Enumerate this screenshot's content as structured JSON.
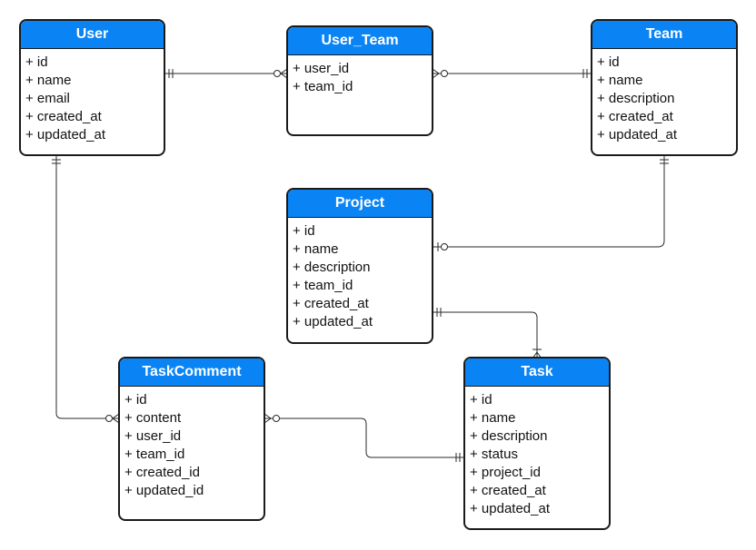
{
  "entities": [
    {
      "id": "user",
      "title": "User",
      "attrs": [
        "+ id",
        "+ name",
        "+ email",
        "+ created_at",
        "+ updated_at"
      ]
    },
    {
      "id": "user_team",
      "title": "User_Team",
      "attrs": [
        "+ user_id",
        "+ team_id"
      ]
    },
    {
      "id": "team",
      "title": "Team",
      "attrs": [
        "+ id",
        "+ name",
        "+ description",
        "+ created_at",
        "+ updated_at"
      ]
    },
    {
      "id": "project",
      "title": "Project",
      "attrs": [
        "+ id",
        "+ name",
        "+ description",
        "+ team_id",
        "+ created_at",
        "+ updated_at"
      ]
    },
    {
      "id": "taskcomment",
      "title": "TaskComment",
      "attrs": [
        "+ id",
        "+ content",
        "+ user_id",
        "+ team_id",
        "+ created_id",
        "+ updated_id"
      ]
    },
    {
      "id": "task",
      "title": "Task",
      "attrs": [
        "+ id",
        "+ name",
        "+ description",
        "+ status",
        "+ project_id",
        "+ created_at",
        "+ updated_at"
      ]
    }
  ],
  "relationships": [
    {
      "from": "user",
      "to": "user_team",
      "from_cardinality": "one-and-only-one",
      "to_cardinality": "zero-or-many"
    },
    {
      "from": "user_team",
      "to": "team",
      "from_cardinality": "zero-or-many",
      "to_cardinality": "one-and-only-one"
    },
    {
      "from": "team",
      "to": "project",
      "from_cardinality": "one-and-only-one",
      "to_cardinality": "zero-or-one"
    },
    {
      "from": "project",
      "to": "task",
      "from_cardinality": "one-and-only-one",
      "to_cardinality": "one-or-many"
    },
    {
      "from": "user",
      "to": "taskcomment",
      "from_cardinality": "one-and-only-one",
      "to_cardinality": "zero-or-many"
    },
    {
      "from": "taskcomment",
      "to": "task",
      "from_cardinality": "zero-or-many",
      "to_cardinality": "one-and-only-one"
    }
  ],
  "colors": {
    "header": "#0a84f5",
    "border": "#1a1a1a",
    "line": "#2a2a2a"
  }
}
